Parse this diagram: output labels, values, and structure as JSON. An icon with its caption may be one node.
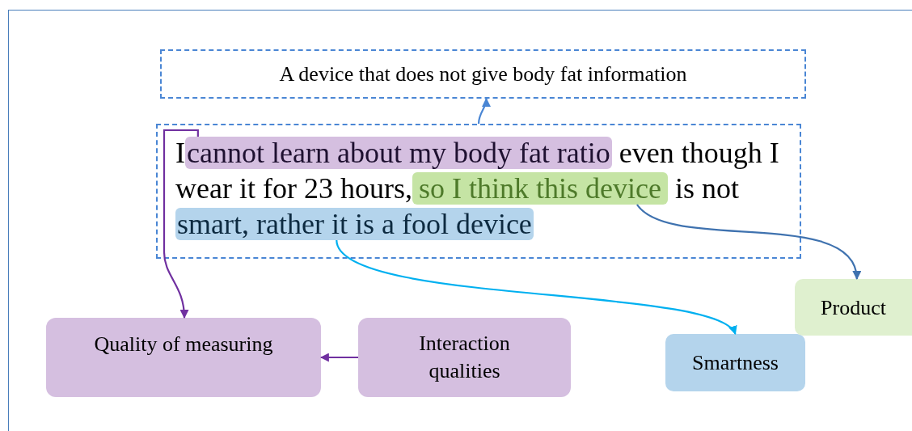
{
  "diagram": {
    "nodes": [
      {
        "text": [
          "A device that does not give body fat information"
        ]
      },
      {
        "text": [
          "I",
          "even though I wear it for 23 hours,",
          "is not"
        ]
      },
      {
        "text": [
          "cannot learn about my body fat ratio"
        ],
        "in": 1
      },
      {
        "text": [
          "so I think this device"
        ],
        "in": 1
      },
      {
        "text": [
          "smart, rather it is a fool device"
        ],
        "in": 1
      },
      {
        "text": [
          "Quality of measuring"
        ]
      },
      {
        "text": [
          "Interaction qualities"
        ]
      },
      {
        "text": [
          "Smartness"
        ]
      },
      {
        "text": [
          "Product"
        ]
      }
    ],
    "edges": [
      {
        "from": 1,
        "to": 0,
        "arrow": "to",
        "color": "#4a86d4"
      },
      {
        "from": 2,
        "to": 5,
        "arrow": "to",
        "color": "#7030a0"
      },
      {
        "from": 3,
        "to": 8,
        "arrow": "to",
        "color": "#3f72af"
      },
      {
        "from": 4,
        "to": 7,
        "arrow": "to",
        "color": "#00b0f0"
      },
      {
        "from": 6,
        "to": 5,
        "arrow": "to",
        "color": "#7030a0"
      }
    ]
  }
}
